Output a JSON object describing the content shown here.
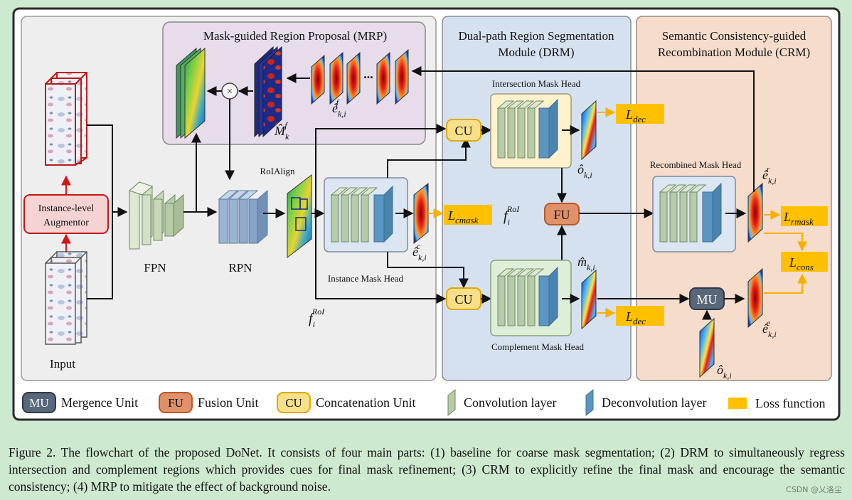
{
  "modules": {
    "mrp": "Mask-guided Region Proposal (MRP)",
    "drm_line1": "Dual-path Region Segmentation",
    "drm_line2": "Module (DRM)",
    "crm_line1": "Semantic Consistency-guided",
    "crm_line2": "Recombination Module (CRM)"
  },
  "blocks": {
    "augmentor_line1": "Instance-level",
    "augmentor_line2": "Augmentor",
    "input": "Input",
    "fpn": "FPN",
    "rpn": "RPN",
    "roialign": "RoIAlign",
    "instance_head": "Instance Mask Head",
    "intersection_head": "Intersection Mask Head",
    "complement_head": "Complement Mask Head",
    "recombined_head": "Recombined Mask Head",
    "cu": "CU",
    "fu": "FU",
    "mu": "MU",
    "dots": "..."
  },
  "symbols": {
    "e_f": [
      "ê",
      "k,i",
      "f"
    ],
    "m_f": [
      "M̂",
      "k",
      "f"
    ],
    "o_int": [
      "ô",
      "k,i",
      ""
    ],
    "e_c": [
      "ê",
      "k,i",
      "c"
    ],
    "f_roi_mid": [
      "f",
      "i",
      "RoI"
    ],
    "f_roi_low": [
      "f",
      "i",
      "RoI"
    ],
    "m_hat": [
      "m̂",
      "k,i",
      ""
    ],
    "e_r": [
      "ê",
      "k,i",
      "r"
    ],
    "e_e": [
      "ê",
      "k,i",
      "e"
    ],
    "o_low": [
      "ô",
      "k,i",
      ""
    ]
  },
  "losses": {
    "dec_top": [
      "L",
      "dec"
    ],
    "cmask": [
      "L",
      "cmask"
    ],
    "rmask": [
      "L",
      "rmask"
    ],
    "cons": [
      "L",
      "cons"
    ],
    "dec_bottom": [
      "L",
      "dec"
    ]
  },
  "legend": {
    "mu_tag": "MU",
    "mu": "Mergence Unit",
    "fu_tag": "FU",
    "fu": "Fusion Unit",
    "cu_tag": "CU",
    "cu": "Concatenation Unit",
    "conv": "Convolution layer",
    "deconv": "Deconvolution layer",
    "loss": "Loss function"
  },
  "colors": {
    "baseline_bg": "#eeeeee",
    "mrp_bg": "#e6dcea",
    "drm_bg": "#d6e1f0",
    "crm_bg": "#f6dccb",
    "loss": "#ffc000",
    "cu": "#f8e08a",
    "fu": "#e0916a",
    "mu": "#59677a",
    "conv": "#b7cba8",
    "deconv": "#5b95c2",
    "augmentor": "#f6d3d3"
  },
  "caption": "Figure 2. The flowchart of the proposed DoNet. It consists of four main parts: (1) baseline for coarse mask segmentation; (2) DRM to simultaneously regress intersection and complement regions which provides cues for final mask refinement; (3) CRM to explicitly refine the final mask and encourage the semantic consistency; (4) MRP to mitigate the effect of background noise.",
  "watermark": "CSDN @乂洛尘"
}
